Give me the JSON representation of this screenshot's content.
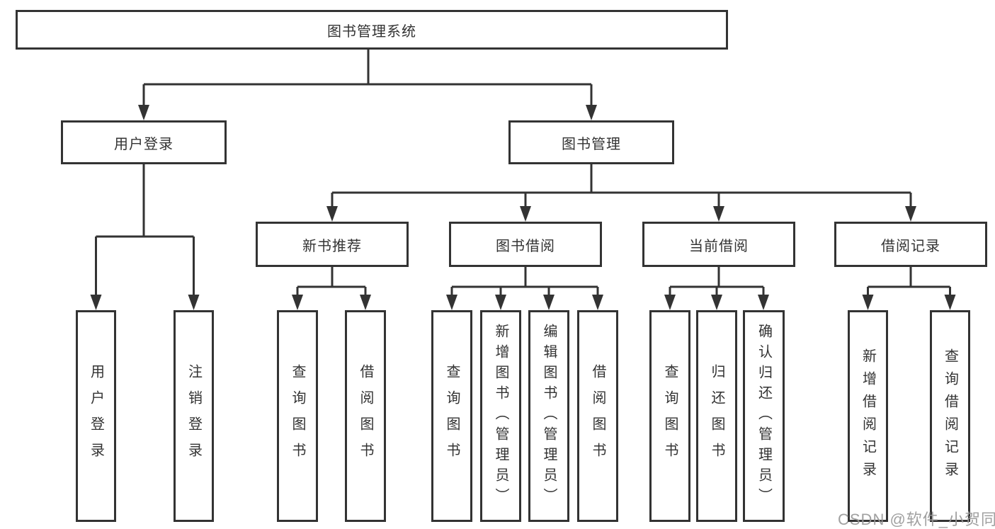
{
  "diagram": {
    "root": {
      "label": "图书管理系统"
    },
    "branches": [
      {
        "label": "用户登录",
        "children": [
          {
            "label": "用户登录"
          },
          {
            "label": "注销登录"
          }
        ]
      },
      {
        "label": "图书管理",
        "children": [
          {
            "label": "新书推荐",
            "children": [
              {
                "label": "查询图书"
              },
              {
                "label": "借阅图书"
              }
            ]
          },
          {
            "label": "图书借阅",
            "children": [
              {
                "label": "查询图书"
              },
              {
                "label": "新增图书（管理员）"
              },
              {
                "label": "编辑图书（管理员）"
              },
              {
                "label": "借阅图书"
              }
            ]
          },
          {
            "label": "当前借阅",
            "children": [
              {
                "label": "查询图书"
              },
              {
                "label": "归还图书"
              },
              {
                "label": "确认归还（管理员）"
              }
            ]
          },
          {
            "label": "借阅记录",
            "children": [
              {
                "label": "新增借阅记录"
              },
              {
                "label": "查询借阅记录"
              }
            ]
          }
        ]
      }
    ]
  },
  "watermark": "CSDN @软件_小贺同学",
  "colors": {
    "line": "#333333",
    "text": "#333333",
    "watermark": "#989898",
    "background": "#ffffff"
  }
}
